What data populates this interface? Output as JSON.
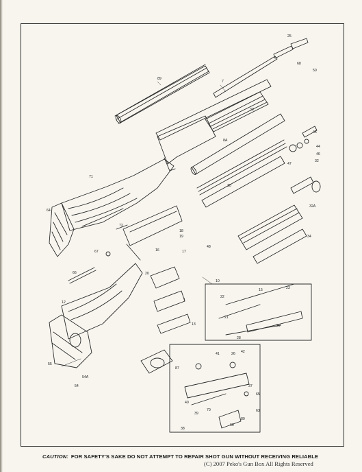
{
  "caution": {
    "label": "CAUTION:",
    "text": "FOR SAFETY'S SAKE DO NOT ATTEMPT TO REPAIR SHOT GUN WITHOUT RECEIVING RELIABLE"
  },
  "copyright": "(C) 2007 Peko's Gun Box All Rights Reserved",
  "callouts": {
    "c25": "25",
    "c89": "89",
    "c7": "7",
    "c68": "68",
    "c50": "50",
    "c33": "33",
    "c8A": "8A",
    "c45": "45",
    "c44": "44",
    "c46": "46",
    "c47": "47",
    "c32": "32",
    "c71": "71",
    "c30": "30",
    "c32A": "32A",
    "c64": "64",
    "c72": "72",
    "c18": "18",
    "c19": "19",
    "c16": "16",
    "c17": "17",
    "c48": "48",
    "c34": "34",
    "c67": "67",
    "c66": "66",
    "c20": "20",
    "c10": "10",
    "c22": "22",
    "c15": "15",
    "c23": "23",
    "c21": "21",
    "c29": "29",
    "c28": "28",
    "c12": "12",
    "c1": "1",
    "c13": "13",
    "c55": "55",
    "c54A": "54A",
    "c54": "54",
    "c42": "42",
    "c87": "87",
    "c37": "37",
    "c65": "65",
    "c63": "63",
    "c38": "38",
    "c69": "69",
    "c80": "80",
    "c40": "40",
    "c39": "39",
    "c70": "70",
    "c41": "41",
    "c26": "26"
  }
}
